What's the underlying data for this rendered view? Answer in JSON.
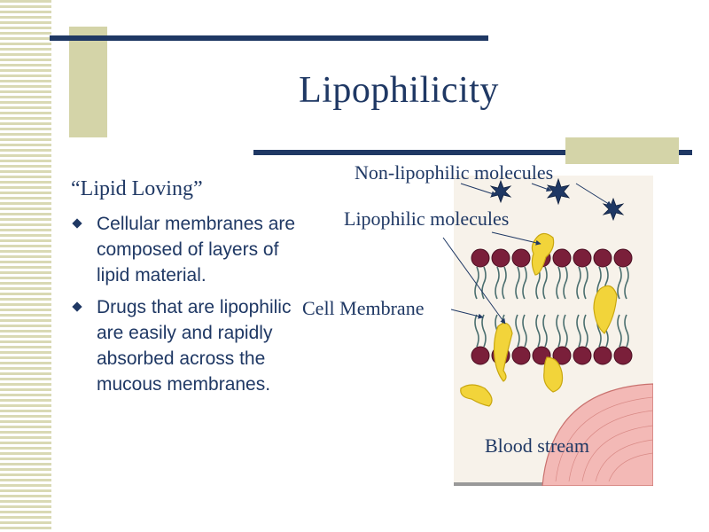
{
  "slide": {
    "title": "Lipophilicity",
    "subheading": "“Lipid Loving”",
    "bullets": [
      "Cellular membranes are composed of layers of lipid material.",
      "Drugs that are lipophilic are easily and rapidly absorbed across the mucous membranes."
    ]
  },
  "diagram": {
    "labels": {
      "non_lipophilic": "Non-lipophilic molecules",
      "lipophilic": "Lipophilic molecules",
      "cell_membrane": "Cell Membrane",
      "blood_stream": "Blood stream"
    }
  },
  "colors": {
    "navy": "#1f3864",
    "olive": "#d4d4a8",
    "lipid_head": "#7a1f3a",
    "molecule_yellow": "#f2d43a",
    "star_navy": "#1f3864",
    "blood_pink": "#f2b0ae"
  }
}
